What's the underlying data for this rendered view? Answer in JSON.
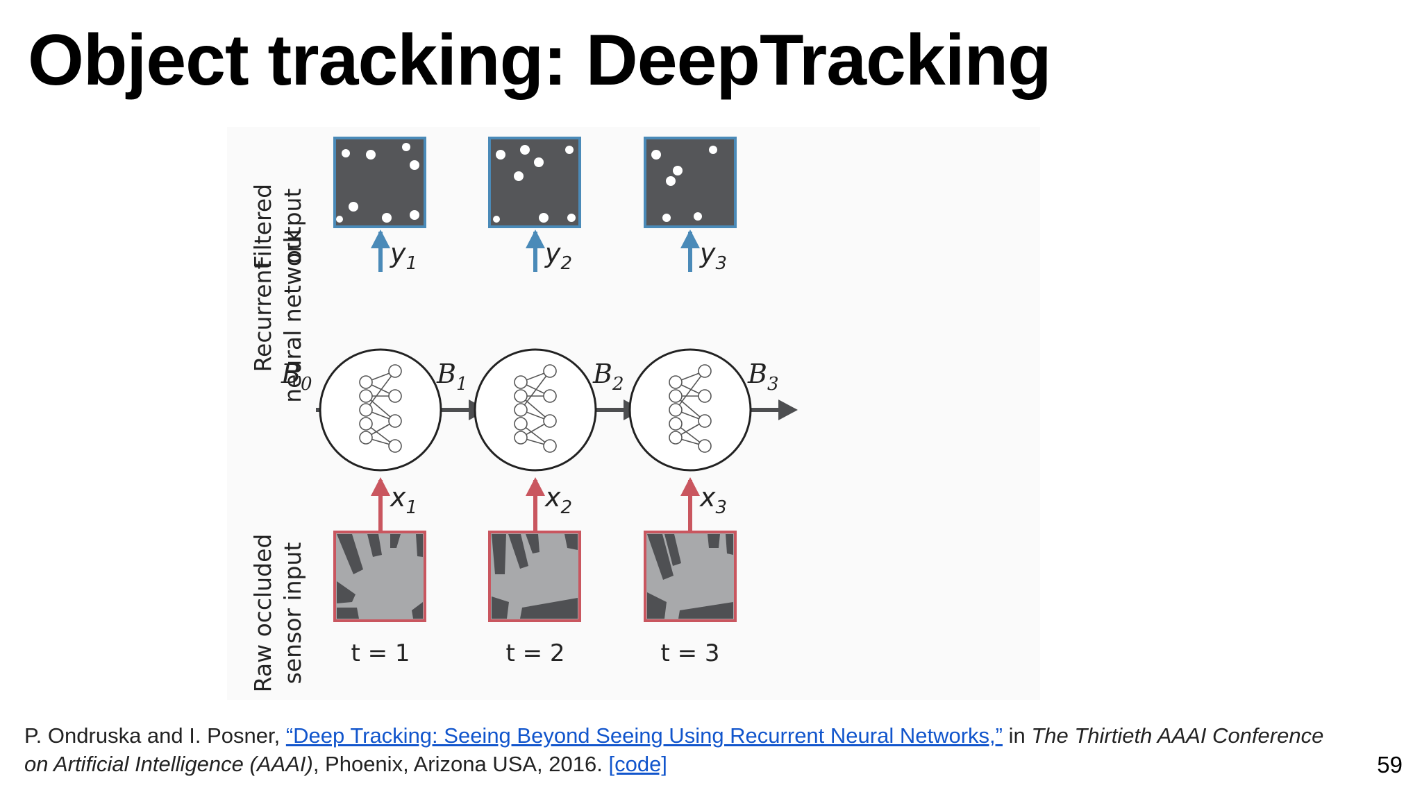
{
  "slide": {
    "title": "Object tracking: DeepTracking",
    "page_number": "59"
  },
  "diagram": {
    "row_labels": {
      "filtered_output": [
        "Filtered",
        "output"
      ],
      "rnn": [
        "Recurrent",
        "neural network"
      ],
      "raw_input": [
        "Raw occluded",
        "sensor input"
      ]
    },
    "belief_states": [
      {
        "base": "B",
        "sub": "0"
      },
      {
        "base": "B",
        "sub": "1"
      },
      {
        "base": "B",
        "sub": "2"
      },
      {
        "base": "B",
        "sub": "3"
      }
    ],
    "steps": [
      {
        "y": {
          "base": "y",
          "sub": "1"
        },
        "x": {
          "base": "x",
          "sub": "1"
        },
        "t": "t = 1"
      },
      {
        "y": {
          "base": "y",
          "sub": "2"
        },
        "x": {
          "base": "x",
          "sub": "2"
        },
        "t": "t = 2"
      },
      {
        "y": {
          "base": "y",
          "sub": "3"
        },
        "x": {
          "base": "x",
          "sub": "3"
        },
        "t": "t = 3"
      }
    ],
    "colors": {
      "output_frame": "#4a8ab8",
      "input_frame": "#c9565f",
      "output_fill": "#555659",
      "input_fill": "#a8a9ab",
      "occluder": "#4f5053",
      "arrow_gray": "#4d4e50"
    }
  },
  "citation": {
    "authors": "P. Ondruska and I. Posner, ",
    "paper_link": "“Deep Tracking: Seeing Beyond Seeing Using Recurrent Neural Networks,”",
    "in_text": " in ",
    "venue": "The Thirtieth AAAI Conference on Artificial Intelligence (AAAI)",
    "location": ", Phoenix, Arizona USA, 2016. ",
    "code_link": "[code]"
  }
}
